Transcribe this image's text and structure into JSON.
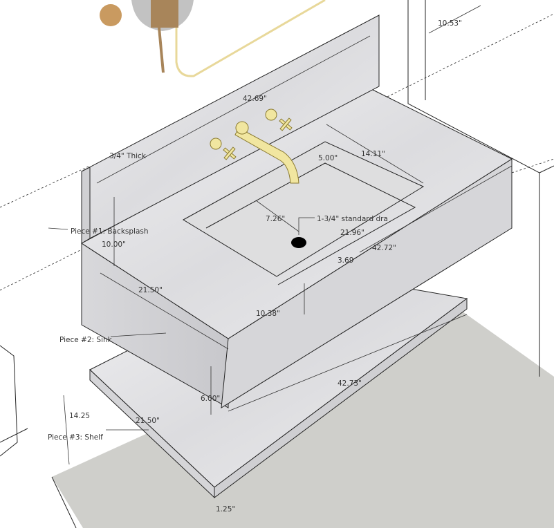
{
  "model": {
    "colors": {
      "marble": "#e6e6e8",
      "marble_dark": "#c9c9cc",
      "floor": "#cfcfcb",
      "brass": "#f1e6a0",
      "wall": "#ffffff",
      "drain": "#000000"
    },
    "labels": {
      "backsplash": "Piece #1: Backsplash",
      "sink": "Piece #2: Sink",
      "shelf": "Piece #3: Shelf",
      "thickness": "3/4\" Thick",
      "drain": "1-3/4\" standard dra"
    },
    "dimensions": {
      "wall_offset": "10.53\"",
      "backsplash_length": "42.69\"",
      "basin_depth": "5.00\"",
      "basin_width": "14.11\"",
      "drain_offset": "7.26\"",
      "basin_length": "21.96\"",
      "basin_side": "3.69",
      "sink_length": "42.72\"",
      "backsplash_height": "10.00\"",
      "sink_depth": "21.50\"",
      "basin_front": "10.38\"",
      "sink_height": "6.00\"",
      "shelf_length": "42.73\"",
      "shelf_depth": "21.50\"",
      "shelf_height": "14.25",
      "shelf_thickness": "1.25\""
    }
  }
}
